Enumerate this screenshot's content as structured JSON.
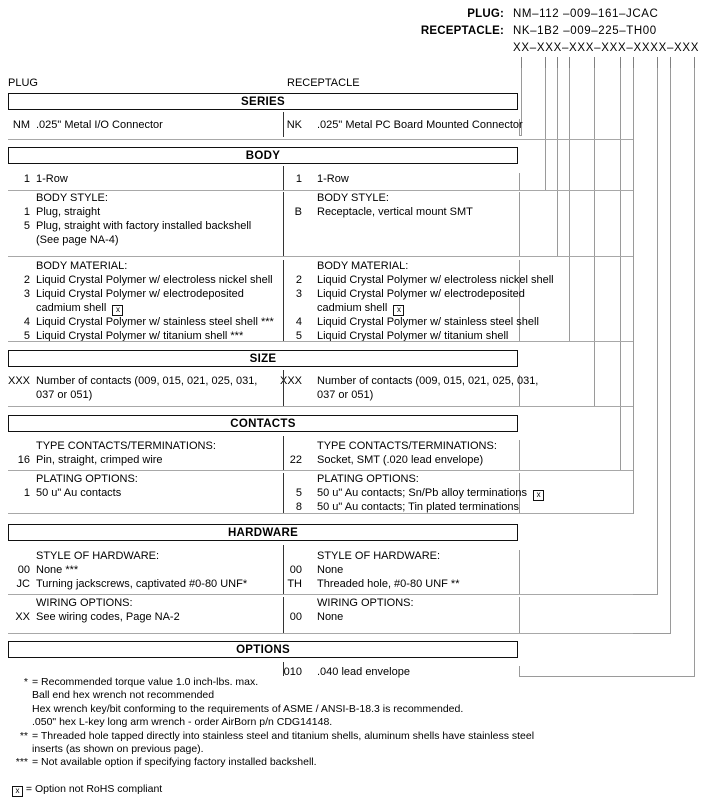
{
  "header": {
    "plug_label": "PLUG:",
    "plug_value": "NM–112 –009–161–JCAC",
    "receptacle_label": "RECEPTACLE:",
    "receptacle_value": "NK–1B2 –009–225–TH00",
    "pattern": "XX–XXX–XXX–XXX–XXXX–XXX"
  },
  "columns": {
    "plug": "PLUG",
    "receptacle": "RECEPTACLE"
  },
  "sections": [
    {
      "title": "SERIES",
      "plug": [
        {
          "code": "NM",
          "desc": ".025\" Metal I/O Connector"
        }
      ],
      "receptacle": [
        {
          "code": "NK",
          "desc": ".025\" Metal PC Board Mounted Connector"
        }
      ]
    },
    {
      "title": "BODY",
      "plug": [
        {
          "code": "1",
          "desc": "1-Row"
        }
      ],
      "receptacle": [
        {
          "code": "1",
          "desc": "1-Row"
        }
      ]
    },
    {
      "subtitle": "BODY STYLE:",
      "plug": [
        {
          "code": "1",
          "desc": "Plug, straight"
        },
        {
          "code": "5",
          "desc": "Plug, straight with factory installed backshell"
        },
        {
          "code": "",
          "desc": "(See page NA-4)"
        }
      ],
      "receptacle": [
        {
          "code": "B",
          "desc": "Receptacle, vertical mount SMT"
        }
      ]
    },
    {
      "subtitle": "BODY MATERIAL:",
      "plug": [
        {
          "code": "2",
          "desc": "Liquid Crystal Polymer w/ electroless nickel shell"
        },
        {
          "code": "3",
          "desc": "Liquid Crystal Polymer w/ electrodeposited"
        },
        {
          "code": "",
          "desc": "cadmium shell",
          "rohs": true
        },
        {
          "code": "4",
          "desc": "Liquid Crystal Polymer w/ stainless steel shell ***"
        },
        {
          "code": "5",
          "desc": "Liquid Crystal Polymer w/ titanium shell ***"
        }
      ],
      "receptacle": [
        {
          "code": "2",
          "desc": "Liquid Crystal Polymer w/ electroless nickel shell"
        },
        {
          "code": "3",
          "desc": "Liquid Crystal Polymer w/ electrodeposited"
        },
        {
          "code": "",
          "desc": "cadmium shell",
          "rohs": true
        },
        {
          "code": "4",
          "desc": "Liquid Crystal Polymer w/ stainless steel shell"
        },
        {
          "code": "5",
          "desc": "Liquid Crystal Polymer w/ titanium shell"
        }
      ]
    },
    {
      "title": "SIZE",
      "plug": [
        {
          "code": "XXX",
          "desc": "Number of contacts (009, 015, 021, 025, 031,"
        },
        {
          "code": "",
          "desc": "037 or 051)"
        }
      ],
      "receptacle": [
        {
          "code": "XXX",
          "desc": "Number of contacts (009, 015, 021, 025, 031,"
        },
        {
          "code": "",
          "desc": "037 or 051)"
        }
      ]
    },
    {
      "title": "CONTACTS",
      "subtitle": "TYPE CONTACTS/TERMINATIONS:",
      "plug": [
        {
          "code": "16",
          "desc": "Pin, straight, crimped wire"
        }
      ],
      "receptacle": [
        {
          "code": "22",
          "desc": "Socket, SMT (.020 lead envelope)"
        }
      ]
    },
    {
      "subtitle": "PLATING OPTIONS:",
      "plug": [
        {
          "code": "1",
          "desc": "50 u\" Au contacts"
        }
      ],
      "receptacle": [
        {
          "code": "5",
          "desc": "50 u\" Au contacts; Sn/Pb alloy terminations",
          "rohs": true
        },
        {
          "code": "8",
          "desc": "50 u\" Au contacts; Tin plated terminations"
        }
      ]
    },
    {
      "title": "HARDWARE",
      "subtitle": "STYLE OF HARDWARE:",
      "plug": [
        {
          "code": "00",
          "desc": "None  ***"
        },
        {
          "code": "JC",
          "desc": "Turning jackscrews, captivated #0-80 UNF*"
        }
      ],
      "receptacle": [
        {
          "code": "00",
          "desc": "None"
        },
        {
          "code": "TH",
          "desc": "Threaded hole, #0-80 UNF  **"
        }
      ]
    },
    {
      "subtitle": "WIRING OPTIONS:",
      "plug": [
        {
          "code": "XX",
          "desc": "See wiring codes, Page NA-2"
        }
      ],
      "receptacle": [
        {
          "code": "00",
          "desc": "None"
        }
      ]
    },
    {
      "title": "OPTIONS",
      "plug": [],
      "receptacle": [
        {
          "code": "010",
          "desc": ".040 lead envelope"
        }
      ]
    }
  ],
  "footnotes": [
    {
      "mark": "*",
      "lines": [
        "= Recommended torque value 1.0 inch-lbs. max.",
        "Ball end hex wrench not recommended",
        "Hex wrench key/bit conforming to the requirements of ASME / ANSI-B-18.3 is recommended.",
        ".050\" hex L-key long arm wrench - order AirBorn p/n CDG14148."
      ]
    },
    {
      "mark": "**",
      "lines": [
        "= Threaded hole tapped directly into stainless steel and titanium shells, aluminum shells have stainless steel",
        "inserts (as shown on previous page)."
      ]
    },
    {
      "mark": "***",
      "lines": [
        "= Not available option if specifying factory installed backshell."
      ]
    }
  ],
  "rohs_note": "= Option not RoHS compliant",
  "rohs_glyph": "☒"
}
